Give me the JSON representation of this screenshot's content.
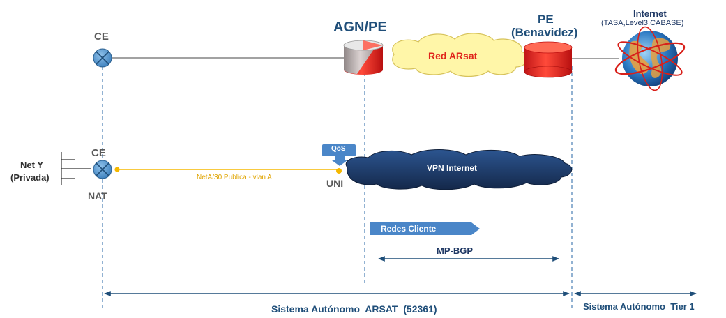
{
  "nodes": {
    "ce_top": "CE",
    "ce_bottom": "CE",
    "nat": "NAT",
    "uni": "UNI",
    "agn_pe": "AGN/PE",
    "pe_line1": "PE",
    "pe_line2": "(Benavidez)",
    "internet_title": "Internet",
    "internet_providers": "(TASA,Level3,CABASE)"
  },
  "networks": {
    "red_arsat": "Red ARsat",
    "vpn_internet": "VPN Internet",
    "net_y_line1": "Net Y",
    "net_y_line2": "(Privada)"
  },
  "tags": {
    "qos": "QoS",
    "redes_cliente": "Redes Cliente"
  },
  "links": {
    "access_link": "NetA/30 Publica  - vlan A",
    "mp_bgp": "MP-BGP"
  },
  "domains": {
    "arsat": "Sistema Autónomo  ARSAT  (52361)",
    "tier1": "Sistema Autónomo  Tier 1"
  },
  "colors": {
    "router": "#4a90c8",
    "dashed_line": "#4a7fb5",
    "access_link": "#f5b800",
    "cloud_yellow": "#fff6a8",
    "cloud_dark": "#1f3c66",
    "red_label": "#e0241b",
    "tag_blue": "#4a86c8",
    "text_navy": "#1f3864"
  }
}
